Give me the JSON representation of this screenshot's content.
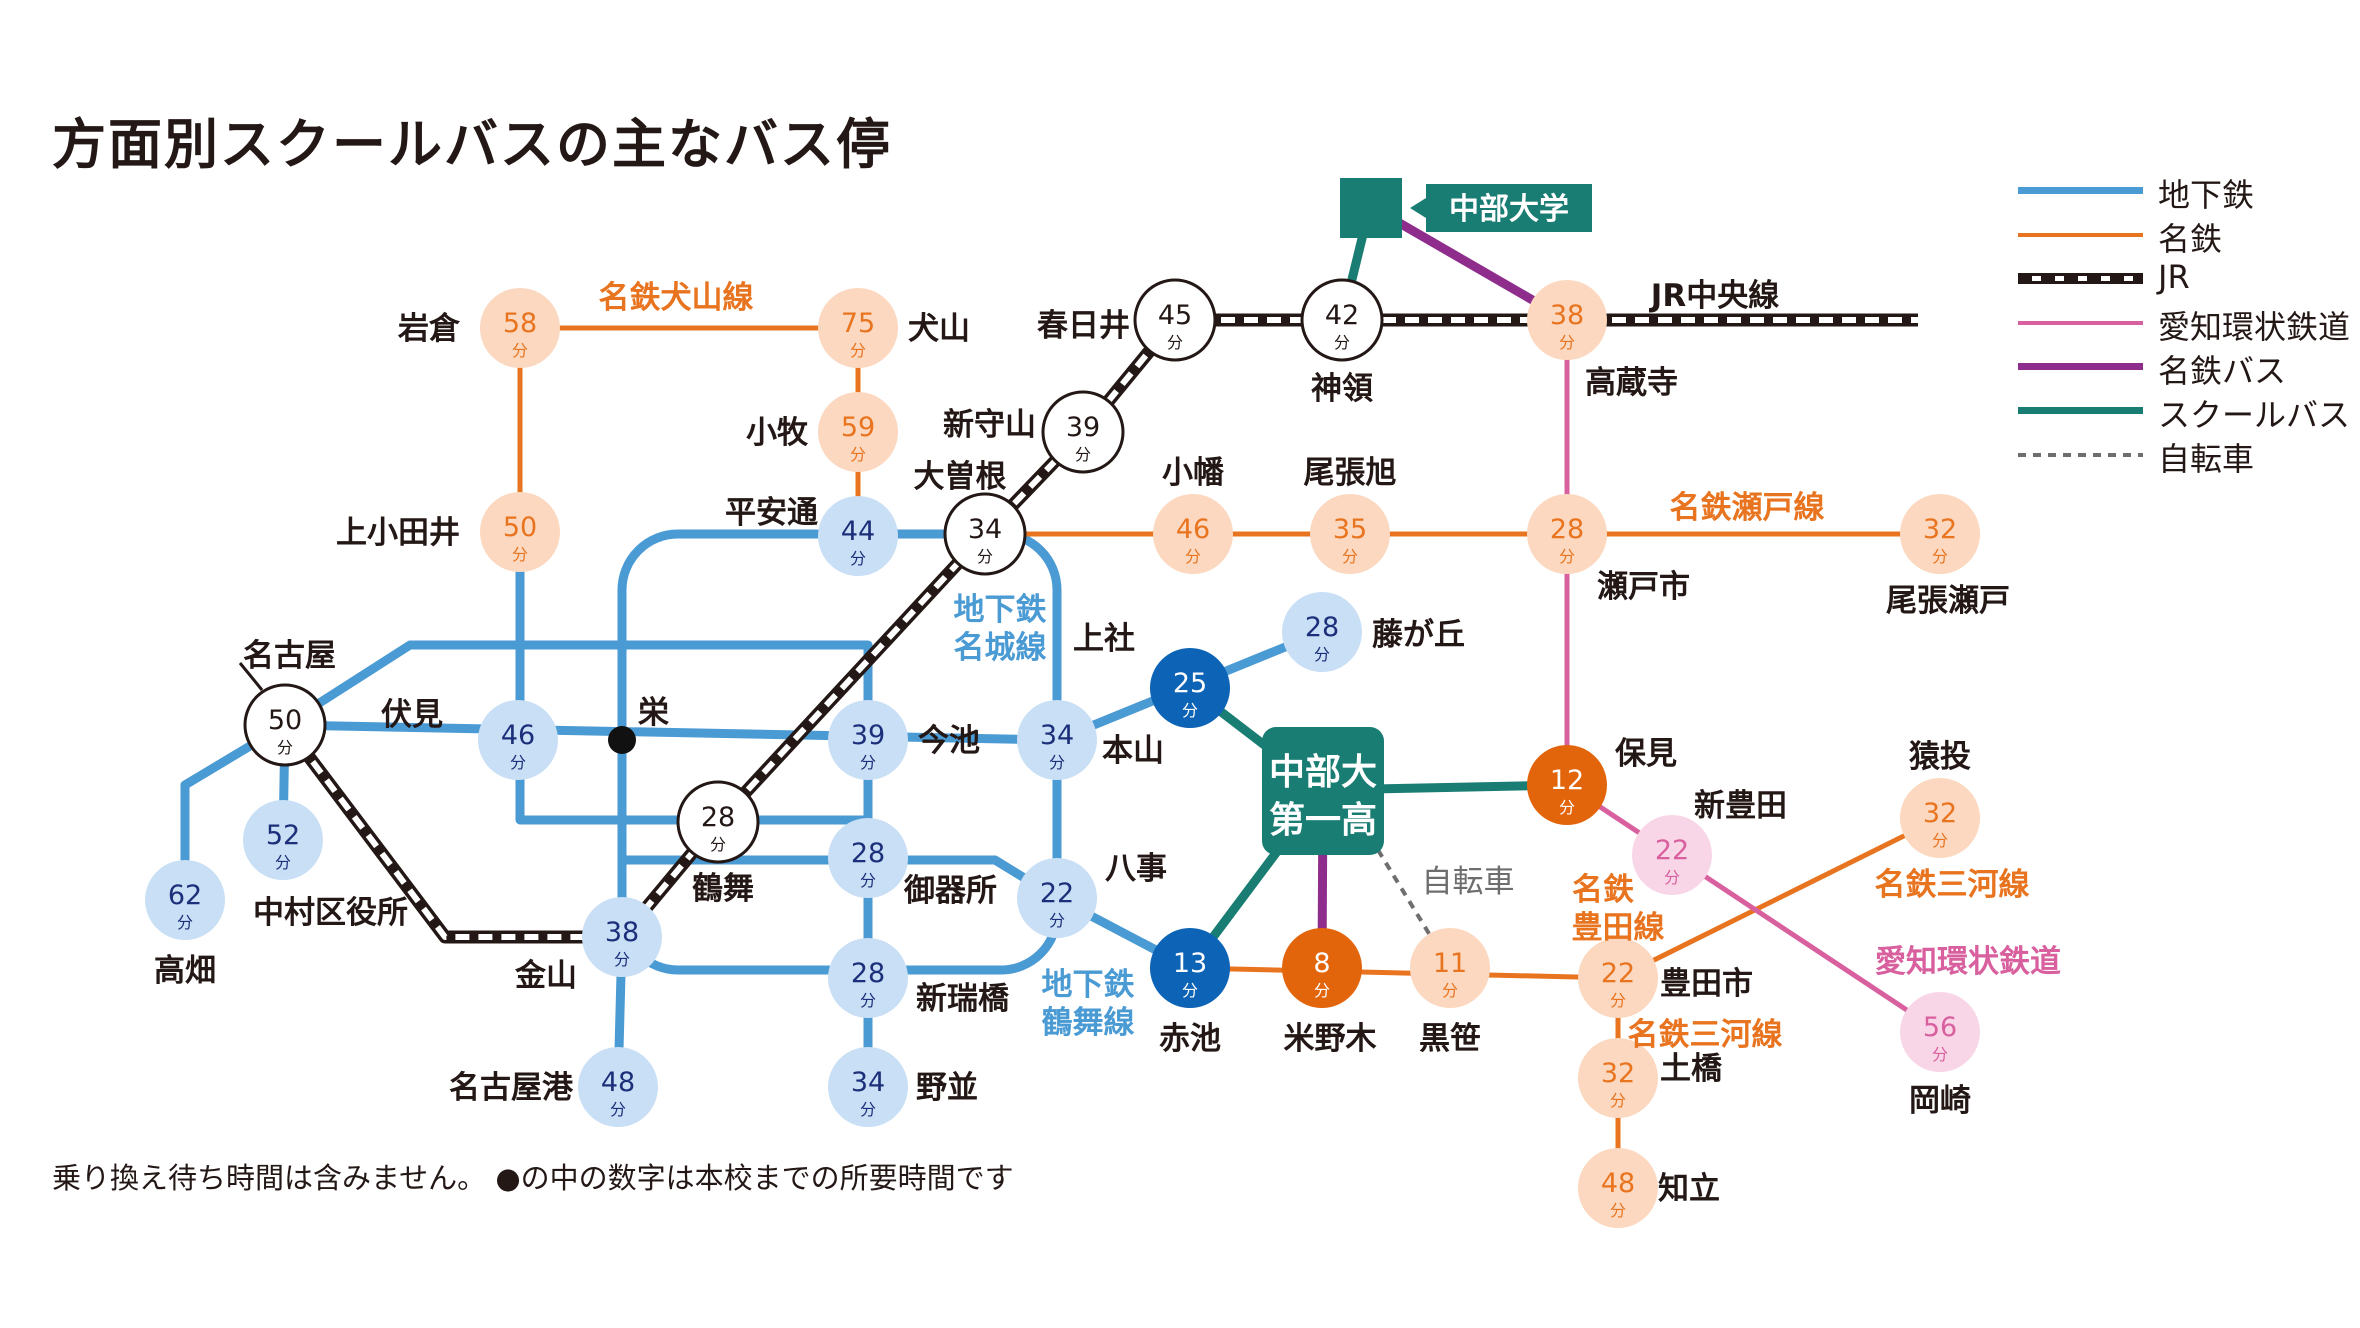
{
  "title": "方面別スクールバスの主なバス停",
  "note": "乗り換え待ち時間は含みません。 ●の中の数字は本校までの所要時間です",
  "unit": "分",
  "colors": {
    "subway": "#4a9ad4",
    "meitetsu": "#e9741f",
    "jr": "#231815",
    "aichi_loop": "#d9609f",
    "meitetsu_bus": "#8e2d8c",
    "school_bus": "#1a7d73",
    "bicycle": "#6e6e6e",
    "subway_fill": "#c9dff5",
    "subway_text": "#1c2f7a",
    "meitetsu_fill": "#fbd8bf",
    "meitetsu_text": "#e9741f",
    "loop_fill": "#f8d6e7",
    "loop_text": "#d9609f",
    "strong_blue": "#0d63b5",
    "strong_orange": "#e2650c",
    "label_text": "#231815"
  },
  "legend": [
    {
      "label": "地下鉄",
      "style": "subway"
    },
    {
      "label": "名鉄",
      "style": "meitetsu"
    },
    {
      "label": "JR",
      "style": "jr"
    },
    {
      "label": "愛知環状鉄道",
      "style": "aichi_loop"
    },
    {
      "label": "名鉄バス",
      "style": "meitetsu_bus"
    },
    {
      "label": "スクールバス",
      "style": "school_bus"
    },
    {
      "label": "自転車",
      "style": "bicycle"
    }
  ],
  "destination_label": "中部大学",
  "school_label": [
    "中部大",
    "第一高"
  ],
  "stations": [
    {
      "id": "iwakura",
      "name": "岩倉",
      "minutes": "58",
      "style": "meitetsu"
    },
    {
      "id": "inuyama",
      "name": "犬山",
      "minutes": "75",
      "style": "meitetsu"
    },
    {
      "id": "komaki",
      "name": "小牧",
      "minutes": "59",
      "style": "meitetsu"
    },
    {
      "id": "kamiotai",
      "name": "上小田井",
      "minutes": "50",
      "style": "meitetsu"
    },
    {
      "id": "heiando",
      "name": "平安通",
      "minutes": "44",
      "style": "subway"
    },
    {
      "id": "ozone",
      "name": "大曽根",
      "minutes": "34",
      "style": "white"
    },
    {
      "id": "shinmoriyama",
      "name": "新守山",
      "minutes": "39",
      "style": "white"
    },
    {
      "id": "kasugai",
      "name": "春日井",
      "minutes": "45",
      "style": "white"
    },
    {
      "id": "jinryo",
      "name": "神領",
      "minutes": "42",
      "style": "white"
    },
    {
      "id": "kozoji",
      "name": "高蔵寺",
      "minutes": "38",
      "style": "meitetsu"
    },
    {
      "id": "obata",
      "name": "小幡",
      "minutes": "46",
      "style": "meitetsu"
    },
    {
      "id": "owariasahi",
      "name": "尾張旭",
      "minutes": "35",
      "style": "meitetsu"
    },
    {
      "id": "setoshi",
      "name": "瀬戸市",
      "minutes": "28",
      "style": "meitetsu"
    },
    {
      "id": "owariseto",
      "name": "尾張瀬戸",
      "minutes": "32",
      "style": "meitetsu"
    },
    {
      "id": "nagoya",
      "name": "名古屋",
      "minutes": "50",
      "style": "white"
    },
    {
      "id": "fushimi",
      "name": "伏見",
      "minutes": "46",
      "style": "subway"
    },
    {
      "id": "sakae",
      "name": "栄",
      "minutes": "",
      "style": "dot"
    },
    {
      "id": "imaike",
      "name": "今池",
      "minutes": "39",
      "style": "subway"
    },
    {
      "id": "motoyama",
      "name": "本山",
      "minutes": "34",
      "style": "subway"
    },
    {
      "id": "kamiyashiro",
      "name": "上社",
      "minutes": "25",
      "style": "strong_blue"
    },
    {
      "id": "fujigaoka",
      "name": "藤が丘",
      "minutes": "28",
      "style": "subway"
    },
    {
      "id": "hoshiku",
      "name": "保見",
      "minutes": "12",
      "style": "strong_orange"
    },
    {
      "id": "shintoyota",
      "name": "新豊田",
      "minutes": "22",
      "style": "loop"
    },
    {
      "id": "sanage",
      "name": "猿投",
      "minutes": "32",
      "style": "meitetsu"
    },
    {
      "id": "takabata",
      "name": "高畑",
      "minutes": "62",
      "style": "subway"
    },
    {
      "id": "nakamura",
      "name": "中村区役所",
      "minutes": "52",
      "style": "subway"
    },
    {
      "id": "tsurumai",
      "name": "鶴舞",
      "minutes": "28",
      "style": "white"
    },
    {
      "id": "gokiso",
      "name": "御器所",
      "minutes": "28",
      "style": "subway"
    },
    {
      "id": "yagoto",
      "name": "八事",
      "minutes": "22",
      "style": "subway"
    },
    {
      "id": "kanayama",
      "name": "金山",
      "minutes": "38",
      "style": "subway"
    },
    {
      "id": "aratamabashi",
      "name": "新瑞橋",
      "minutes": "28",
      "style": "subway"
    },
    {
      "id": "akaike",
      "name": "赤池",
      "minutes": "13",
      "style": "strong_blue"
    },
    {
      "id": "komeno",
      "name": "米野木",
      "minutes": "8",
      "style": "strong_orange"
    },
    {
      "id": "kurozasa",
      "name": "黒笹",
      "minutes": "11",
      "style": "meitetsu"
    },
    {
      "id": "toyotashi",
      "name": "豊田市",
      "minutes": "22",
      "style": "meitetsu"
    },
    {
      "id": "nagoyako",
      "name": "名古屋港",
      "minutes": "48",
      "style": "subway"
    },
    {
      "id": "nagoyako_dummy",
      "name": "",
      "minutes": "",
      "style": "none"
    },
    {
      "id": "noami",
      "name": "野並",
      "minutes": "34",
      "style": "subway"
    },
    {
      "id": "tsuchihashi",
      "name": "土橋",
      "minutes": "32",
      "style": "meitetsu"
    },
    {
      "id": "chiryu",
      "name": "知立",
      "minutes": "48",
      "style": "meitetsu"
    },
    {
      "id": "okazaki",
      "name": "岡崎",
      "minutes": "56",
      "style": "loop"
    }
  ],
  "line_labels": {
    "inuyama_line": "名鉄犬山線",
    "jr_chuo": "JR中央線",
    "seto_line": "名鉄瀬戸線",
    "meijo_1": "地下鉄",
    "meijo_2": "名城線",
    "tsurumai_1": "地下鉄",
    "tsurumai_2": "鶴舞線",
    "toyota_1": "名鉄",
    "toyota_2": "豊田線",
    "mikawa_right": "名鉄三河線",
    "mikawa_bottom": "名鉄三河線",
    "aichi_loop": "愛知環状鉄道",
    "bicycle": "自転車"
  }
}
